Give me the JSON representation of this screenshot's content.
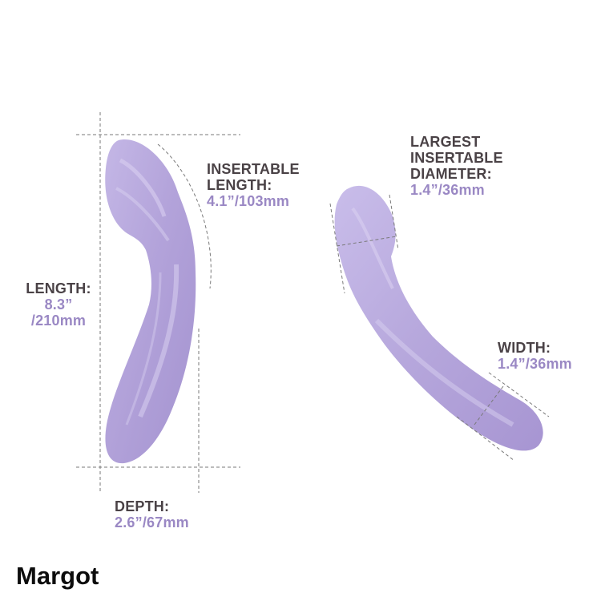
{
  "product": {
    "name": "Margot"
  },
  "colors": {
    "label_text": "#4a4246",
    "value_text": "#9a88c4",
    "product_body": "#b7a8dc",
    "product_highlight": "#d8cff0",
    "dash_line": "#7a7a7a"
  },
  "dimensions": {
    "insertable_length": {
      "title_line1": "INSERTABLE",
      "title_line2": "LENGTH:",
      "value": "4.1”/103mm"
    },
    "largest_diameter": {
      "title_line1": "LARGEST",
      "title_line2": "INSERTABLE",
      "title_line3": "DIAMETER:",
      "value": "1.4”/36mm"
    },
    "length": {
      "title": "LENGTH:",
      "value_line1": "8.3”",
      "value_line2": "/210mm"
    },
    "width": {
      "title": "WIDTH:",
      "value": "1.4”/36mm"
    },
    "depth": {
      "title": "DEPTH:",
      "value": "2.6”/67mm"
    }
  }
}
